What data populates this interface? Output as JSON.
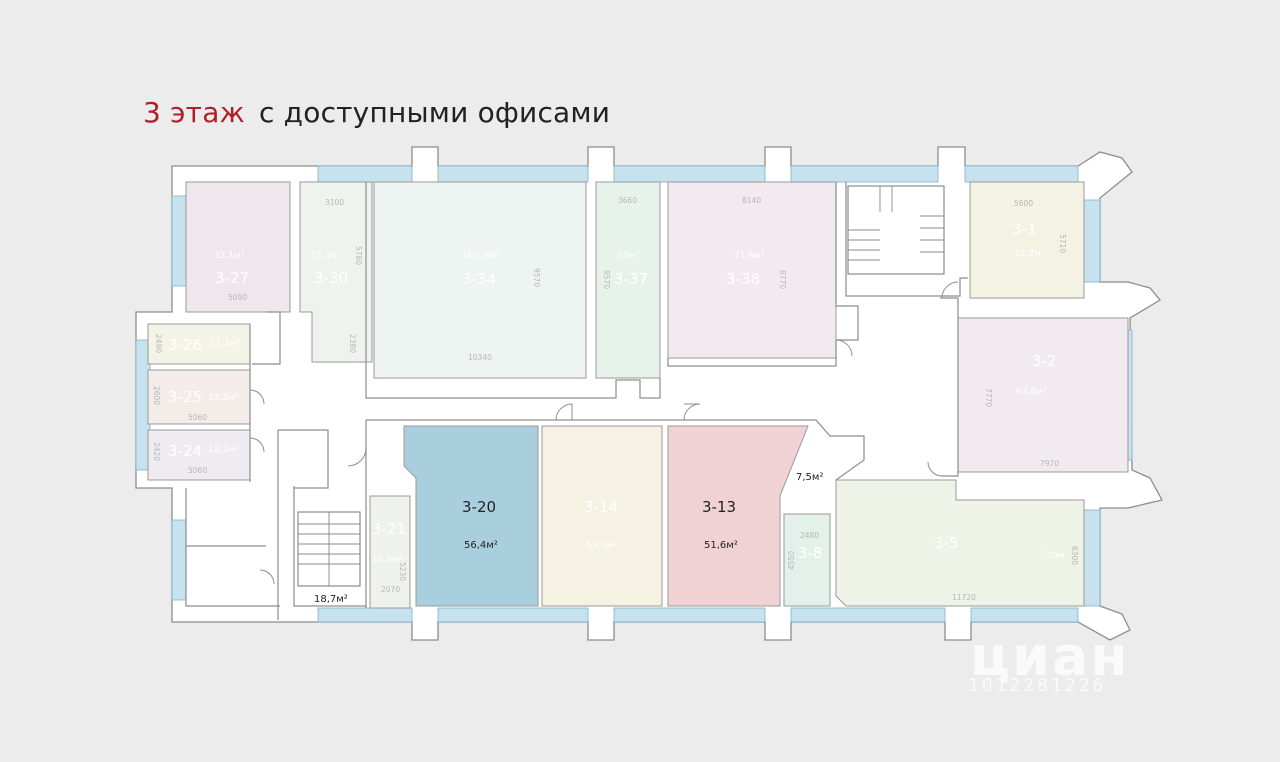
{
  "title": {
    "floor": "3 этаж",
    "rest": "с доступными офисами"
  },
  "colors": {
    "accent": "#b21e28",
    "selected_blue": "#a9cfdf",
    "selected_red": "#f0d2d4",
    "window": "#c6e2ef"
  },
  "rooms": [
    {
      "code": "3-27",
      "area": "32,1м²",
      "dim_w": "5090",
      "fill": "#efe7ec",
      "highlight": false
    },
    {
      "code": "3-30",
      "area": "25,3м²",
      "dim_w": "3100",
      "dim_h": "5780",
      "dim_h2": "2380",
      "fill": "#eef3ee",
      "highlight": false
    },
    {
      "code": "3-34",
      "area": "100,3м²",
      "dim_w": "10340",
      "dim_h": "9570",
      "fill": "#eef4f1",
      "highlight": false
    },
    {
      "code": "3-37",
      "area": "35м²",
      "dim_w": "3660",
      "dim_h": "9570",
      "fill": "#e6f2ea",
      "highlight": false
    },
    {
      "code": "3-38",
      "area": "71,6м²",
      "dim_w": "8140",
      "dim_h": "8770",
      "fill": "#f2eaf0",
      "highlight": false
    },
    {
      "code": "3-1",
      "area": "32,2м²",
      "dim_w": "5600",
      "dim_h": "5710",
      "fill": "#f3f2e3",
      "highlight": false
    },
    {
      "code": "3-2",
      "area": "63,8м²",
      "dim_w": "7970",
      "dim_h": "7770",
      "fill": "#f1ebef",
      "highlight": false
    },
    {
      "code": "3-26",
      "area": "11,1м²",
      "dim_h": "2490",
      "fill": "#f3f3e7",
      "highlight": false
    },
    {
      "code": "3-25",
      "area": "13,2м²",
      "dim_w": "5060",
      "dim_h": "2600",
      "fill": "#f3ece9",
      "highlight": false
    },
    {
      "code": "3-24",
      "area": "12,1м²",
      "dim_w": "5060",
      "dim_h": "2420",
      "fill": "#eeebf1",
      "highlight": false
    },
    {
      "code": "3-21",
      "area": "10,8м²",
      "dim_w": "2070",
      "dim_h": "5230",
      "fill": "#eef1ee",
      "highlight": false
    },
    {
      "code": "3-20",
      "area": "56,4м²",
      "fill": "#a9cfdf",
      "highlight": true
    },
    {
      "code": "3-14",
      "area": "53,3м²",
      "fill": "#f5f2e3",
      "highlight": false
    },
    {
      "code": "3-13",
      "area": "51,6м²",
      "fill": "#f0d2d4",
      "highlight": true
    },
    {
      "code": "3-8",
      "area": "",
      "dim_w": "2480",
      "dim_h": "4550",
      "fill": "#e4f0ea",
      "highlight": false
    },
    {
      "code": "3-5",
      "area": "70м²",
      "dim_w": "11720",
      "dim_h": "6300",
      "fill": "#eff2e6",
      "highlight": false
    }
  ],
  "labels": {
    "stair_area": "18,7м²",
    "small_room_area": "7,5м²"
  },
  "watermark": {
    "brand": "циан",
    "id": "1012281226"
  }
}
